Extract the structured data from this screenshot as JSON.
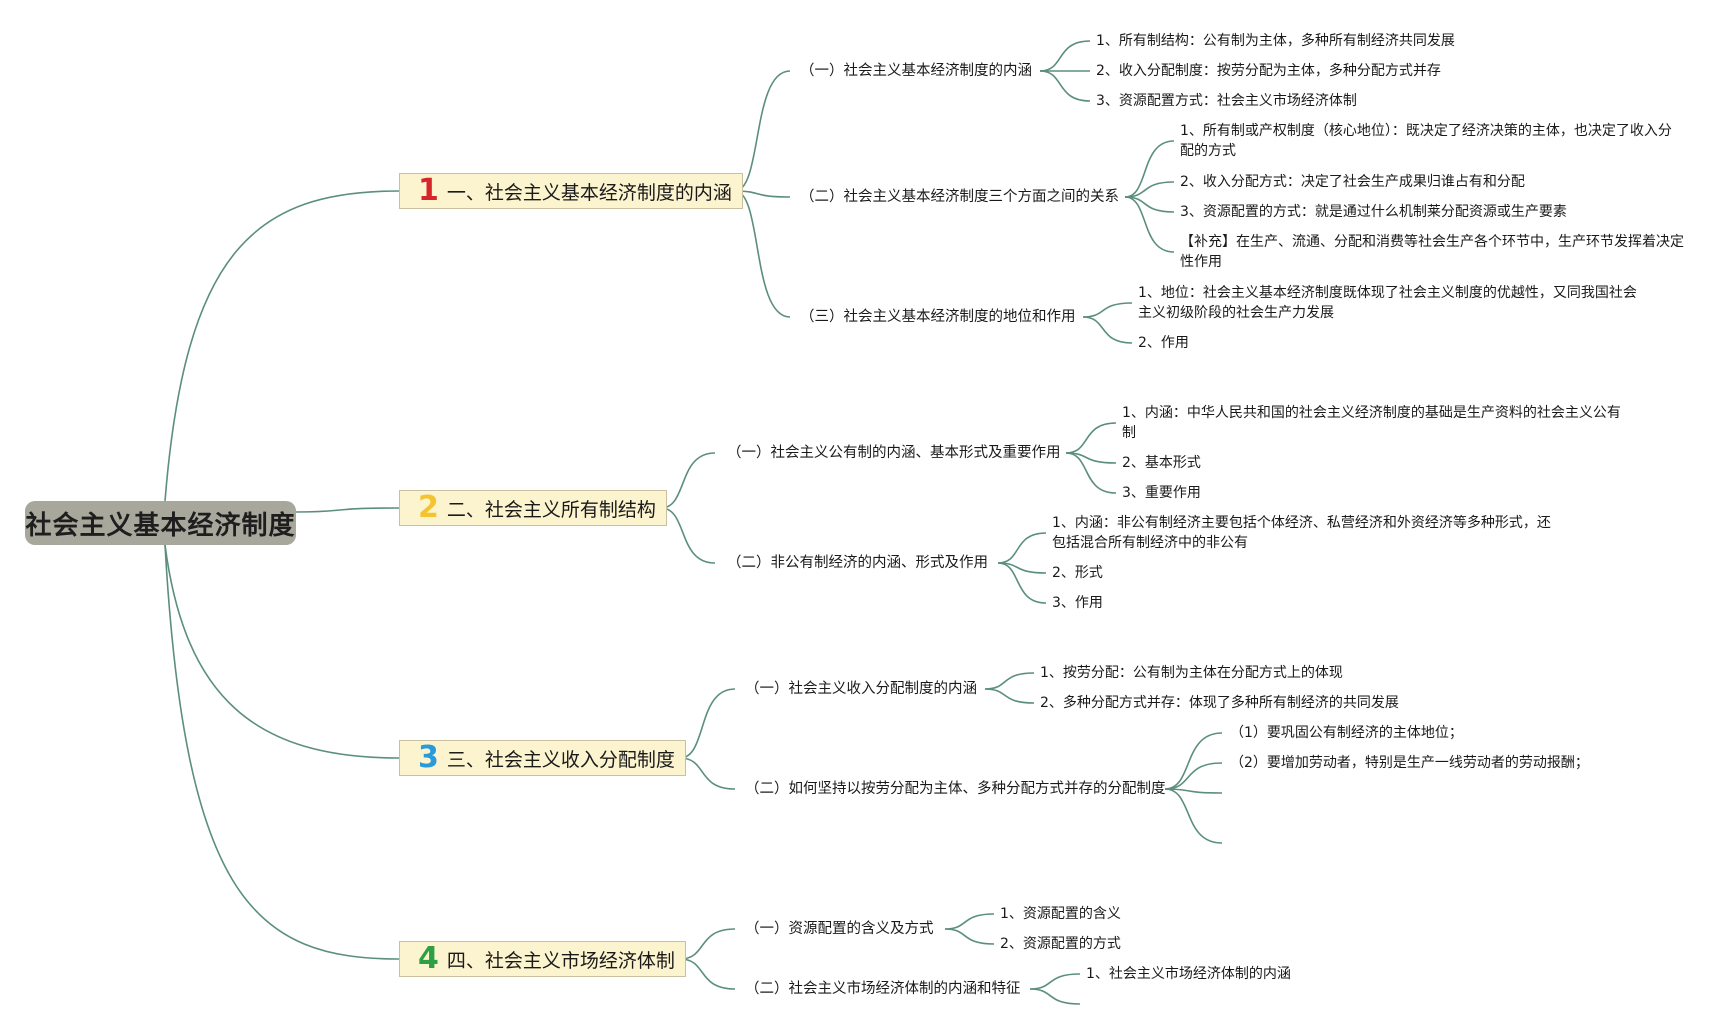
{
  "root": {
    "label": "社会主义基本经济制度"
  },
  "colors": {
    "line": "#5b8f7c",
    "root_bg": "#a8a79c",
    "main_bg": "#fcf4cf",
    "num1": "#d6262b",
    "num2": "#f4c430",
    "num3": "#2b9ad8",
    "num4": "#2ea043"
  },
  "branches": [
    {
      "num": "1",
      "label": "一、社会主义基本经济制度的内涵",
      "subs": [
        {
          "label": "（一）社会主义基本经济制度的内涵",
          "leaves": [
            "1、所有制结构：公有制为主体，多种所有制经济共同发展",
            "2、收入分配制度：按劳分配为主体，多种分配方式并存",
            "3、资源配置方式：社会主义市场经济体制"
          ]
        },
        {
          "label": "（二）社会主义基本经济制度三个方面之间的关系",
          "leaves": [
            "1、所有制或产权制度（核心地位）：既决定了经济决策的主体，也决定了收入分配的方式",
            "2、收入分配方式：决定了社会生产成果归谁占有和分配",
            "3、资源配置的方式：就是通过什么机制莱分配资源或生产要素",
            "【补充】在生产、流通、分配和消费等社会生产各个环节中，生产环节发挥着决定性作用"
          ]
        },
        {
          "label": "（三）社会主义基本经济制度的地位和作用",
          "leaves": [
            "1、地位：社会主义基本经济制度既体现了社会主义制度的优越性，又同我国社会主义初级阶段的社会生产力发展",
            "2、作用"
          ]
        }
      ]
    },
    {
      "num": "2",
      "label": "二、社会主义所有制结构",
      "subs": [
        {
          "label": "（一）社会主义公有制的内涵、基本形式及重要作用",
          "leaves": [
            "1、内涵：中华人民共和国的社会主义经济制度的基础是生产资料的社会主义公有制",
            "2、基本形式",
            "3、重要作用"
          ]
        },
        {
          "label": "（二）非公有制经济的内涵、形式及作用",
          "leaves": [
            "1、内涵：非公有制经济主要包括个体经济、私营经济和外资经济等多种形式，还包括混合所有制经济中的非公有",
            "2、形式",
            "3、作用"
          ]
        }
      ]
    },
    {
      "num": "3",
      "label": "三、社会主义收入分配制度",
      "subs": [
        {
          "label": "（一）社会主义收入分配制度的内涵",
          "leaves": [
            "1、按劳分配：公有制为主体在分配方式上的体现",
            "2、多种分配方式并存：体现了多种所有制经济的共同发展"
          ]
        },
        {
          "label": "（二）如何坚持以按劳分配为主体、多种分配方式并存的分配制度",
          "leaves": [
            "（1）要巩固公有制经济的主体地位；",
            "（2）要增加劳动者，特别是生产一线劳动者的劳动报酬；",
            "",
            ""
          ]
        }
      ]
    },
    {
      "num": "4",
      "label": "四、社会主义市场经济体制",
      "subs": [
        {
          "label": "（一）资源配置的含义及方式",
          "leaves": [
            "1、资源配置的含义",
            "2、资源配置的方式"
          ]
        },
        {
          "label": "（二）社会主义市场经济体制的内涵和特征",
          "leaves": [
            "1、社会主义市场经济体制的内涵"
          ]
        }
      ]
    }
  ]
}
